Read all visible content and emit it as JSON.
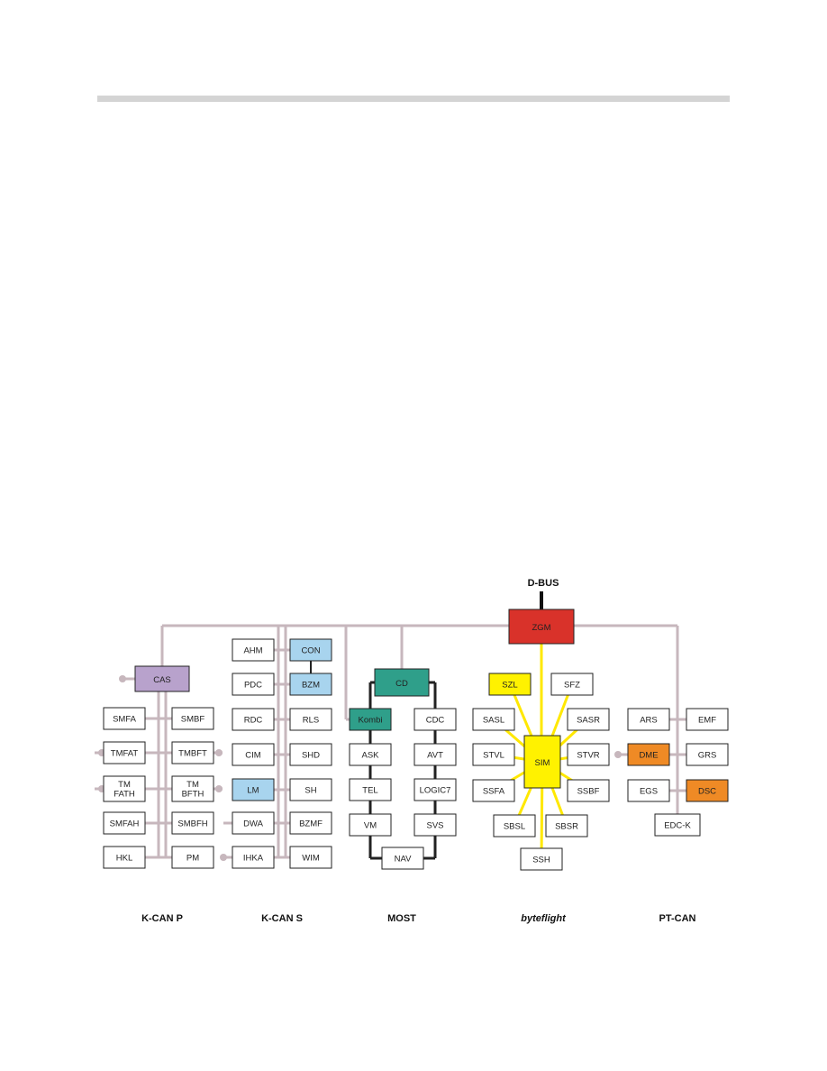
{
  "colors": {
    "white": "#ffffff",
    "purple": "#b8a2cc",
    "lightblue": "#a8d4ee",
    "teal": "#2f9f8a",
    "red": "#d9322a",
    "yellow": "#fff200",
    "orange": "#ef8a25",
    "bus_line": "#c7b7bd",
    "most_line": "#222222",
    "byteflight_line": "#ffe800",
    "dbus_line": "#111111"
  },
  "bus_labels": {
    "dbus": "D-BUS",
    "kcanp": "K-CAN P",
    "kcans": "K-CAN S",
    "most": "MOST",
    "byteflight": "byteflight",
    "ptcan": "PT-CAN"
  },
  "modules": [
    {
      "id": "zgm",
      "label": "ZGM",
      "color": "red"
    },
    {
      "id": "cas",
      "label": "CAS",
      "color": "purple"
    },
    {
      "id": "smfa",
      "label": "SMFA",
      "color": "white"
    },
    {
      "id": "smbf",
      "label": "SMBF",
      "color": "white"
    },
    {
      "id": "tmfat",
      "label": "TMFAT",
      "color": "white"
    },
    {
      "id": "tmbft",
      "label": "TMBFT",
      "color": "white"
    },
    {
      "id": "tmfath",
      "label": "TM\nFATH",
      "color": "white"
    },
    {
      "id": "tmbfth",
      "label": "TM\nBFTH",
      "color": "white"
    },
    {
      "id": "smfah",
      "label": "SMFAH",
      "color": "white"
    },
    {
      "id": "smbfh",
      "label": "SMBFH",
      "color": "white"
    },
    {
      "id": "hkl",
      "label": "HKL",
      "color": "white"
    },
    {
      "id": "pm",
      "label": "PM",
      "color": "white"
    },
    {
      "id": "ahm",
      "label": "AHM",
      "color": "white"
    },
    {
      "id": "con",
      "label": "CON",
      "color": "lightblue"
    },
    {
      "id": "pdc",
      "label": "PDC",
      "color": "white"
    },
    {
      "id": "bzm",
      "label": "BZM",
      "color": "lightblue"
    },
    {
      "id": "rdc",
      "label": "RDC",
      "color": "white"
    },
    {
      "id": "rls",
      "label": "RLS",
      "color": "white"
    },
    {
      "id": "cim",
      "label": "CIM",
      "color": "white"
    },
    {
      "id": "shd",
      "label": "SHD",
      "color": "white"
    },
    {
      "id": "lm",
      "label": "LM",
      "color": "lightblue"
    },
    {
      "id": "sh",
      "label": "SH",
      "color": "white"
    },
    {
      "id": "dwa",
      "label": "DWA",
      "color": "white"
    },
    {
      "id": "bzmf",
      "label": "BZMF",
      "color": "white"
    },
    {
      "id": "ihka",
      "label": "IHKA",
      "color": "white"
    },
    {
      "id": "wim",
      "label": "WIM",
      "color": "white"
    },
    {
      "id": "cd",
      "label": "CD",
      "color": "teal"
    },
    {
      "id": "kombi",
      "label": "Kombi",
      "color": "teal"
    },
    {
      "id": "cdc",
      "label": "CDC",
      "color": "white"
    },
    {
      "id": "ask",
      "label": "ASK",
      "color": "white"
    },
    {
      "id": "avt",
      "label": "AVT",
      "color": "white"
    },
    {
      "id": "tel",
      "label": "TEL",
      "color": "white"
    },
    {
      "id": "logic7",
      "label": "LOGIC7",
      "color": "white"
    },
    {
      "id": "vm",
      "label": "VM",
      "color": "white"
    },
    {
      "id": "svs",
      "label": "SVS",
      "color": "white"
    },
    {
      "id": "nav",
      "label": "NAV",
      "color": "white"
    },
    {
      "id": "szl",
      "label": "SZL",
      "color": "yellow"
    },
    {
      "id": "sfz",
      "label": "SFZ",
      "color": "white"
    },
    {
      "id": "sasl",
      "label": "SASL",
      "color": "white"
    },
    {
      "id": "sasr",
      "label": "SASR",
      "color": "white"
    },
    {
      "id": "stvl",
      "label": "STVL",
      "color": "white"
    },
    {
      "id": "sim",
      "label": "SIM",
      "color": "yellow"
    },
    {
      "id": "stvr",
      "label": "STVR",
      "color": "white"
    },
    {
      "id": "ssfa",
      "label": "SSFA",
      "color": "white"
    },
    {
      "id": "ssbf",
      "label": "SSBF",
      "color": "white"
    },
    {
      "id": "sbsl",
      "label": "SBSL",
      "color": "white"
    },
    {
      "id": "sbsr",
      "label": "SBSR",
      "color": "white"
    },
    {
      "id": "ssh",
      "label": "SSH",
      "color": "white"
    },
    {
      "id": "ars",
      "label": "ARS",
      "color": "white"
    },
    {
      "id": "emf",
      "label": "EMF",
      "color": "white"
    },
    {
      "id": "dme",
      "label": "DME",
      "color": "orange"
    },
    {
      "id": "grs",
      "label": "GRS",
      "color": "white"
    },
    {
      "id": "egs",
      "label": "EGS",
      "color": "white"
    },
    {
      "id": "dsc",
      "label": "DSC",
      "color": "orange"
    },
    {
      "id": "edck",
      "label": "EDC-K",
      "color": "white"
    }
  ]
}
